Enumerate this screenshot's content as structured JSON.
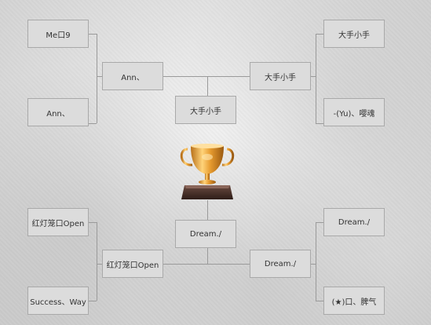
{
  "bracket": {
    "left_top": {
      "r1_a": "Me口9",
      "r1_b": "Ann、",
      "r2": "Ann、"
    },
    "right_top": {
      "r1_a": "大手小手",
      "r1_b": "-(Yu)、嘤魂",
      "r2": "大手小手"
    },
    "left_bottom": {
      "r1_a": "红灯笼口Open",
      "r1_b": "Success、Way",
      "r2": "红灯笼口Open"
    },
    "right_bottom": {
      "r1_a": "Dream./",
      "r1_b": "(★)口、脾气",
      "r2": "Dream./"
    },
    "semi_top": "大手小手",
    "semi_bottom": "Dream./"
  },
  "trophy_icon": "trophy-icon"
}
